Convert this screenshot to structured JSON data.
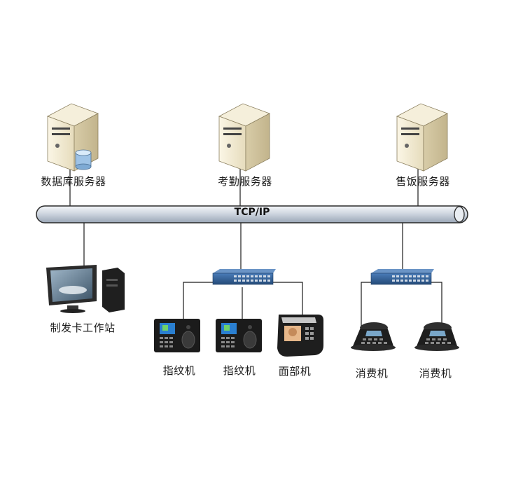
{
  "network": {
    "bus_label": "TCP/IP"
  },
  "servers": [
    {
      "label": "数据库服务器",
      "icon": "database-server-icon"
    },
    {
      "label": "考勤服务器",
      "icon": "server-tower-icon"
    },
    {
      "label": "售饭服务器",
      "icon": "server-tower-icon"
    }
  ],
  "clients": {
    "workstation": {
      "label": "制发卡工作站",
      "icon": "desktop-computer-icon"
    },
    "fingerprint_1": {
      "label": "指纹机",
      "icon": "fingerprint-terminal-icon"
    },
    "fingerprint_2": {
      "label": "指纹机",
      "icon": "fingerprint-terminal-icon"
    },
    "face": {
      "label": "面部机",
      "icon": "face-recognition-terminal-icon"
    },
    "pos_1": {
      "label": "消费机",
      "icon": "pos-terminal-icon"
    },
    "pos_2": {
      "label": "消费机",
      "icon": "pos-terminal-icon"
    }
  },
  "switches": [
    {
      "icon": "network-switch-icon"
    },
    {
      "icon": "network-switch-icon"
    }
  ],
  "colors": {
    "bus_fill": "#d7dde6",
    "switch_blue": "#2f5d93",
    "line": "#1a1a1a"
  }
}
